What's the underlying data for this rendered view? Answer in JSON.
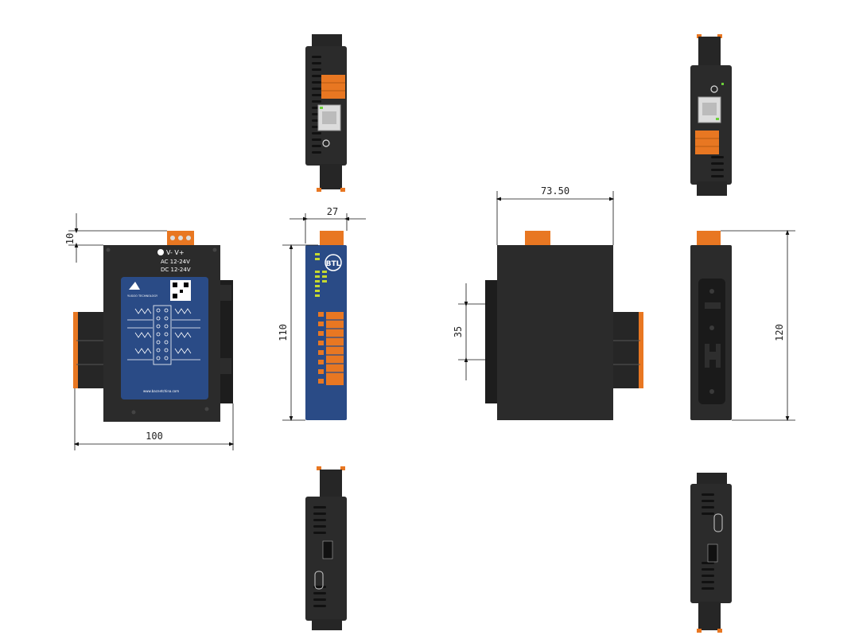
{
  "dimensions": {
    "height_top_10": "10",
    "width_front_100": "100",
    "depth_27": "27",
    "height_110": "110",
    "width_73_50": "73.50",
    "rail_35": "35",
    "height_120": "120"
  },
  "front_panel": {
    "power_label": "V- V+",
    "ac_label": "AC 12-24V",
    "dc_label": "DC 12-24V",
    "website": "www.bacnetchina.com",
    "brand_small": "YUGOO TECHNOLOGY"
  },
  "side_panel": {
    "logo_text": "BTL"
  },
  "colors": {
    "housing": "#2b2b2b",
    "label_blue": "#2a4b86",
    "terminal_orange": "#e87722",
    "dimension_line": "#111111"
  }
}
